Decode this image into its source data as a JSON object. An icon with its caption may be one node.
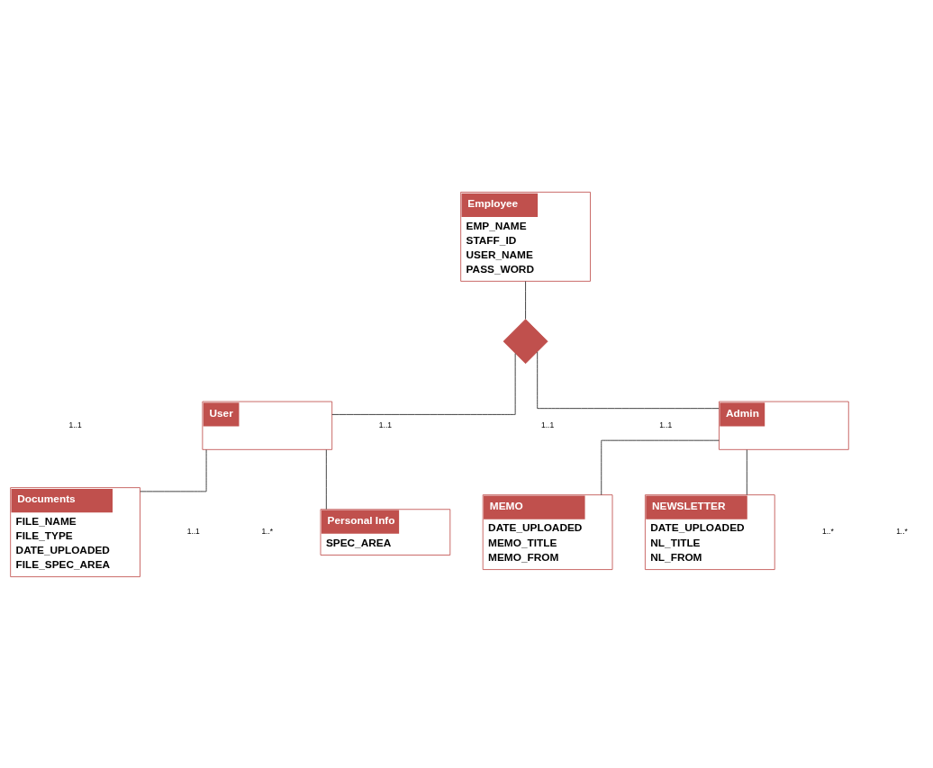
{
  "diagram": {
    "nodes": [
      {
        "text": [
          "Employee",
          "EMP_NAME",
          "STAFF_ID",
          "USER_NAME",
          "PASS_WORD"
        ]
      },
      {
        "text": [
          "MEMO",
          "DATE_UPLOADED",
          "MEMO_TITLE",
          "MEMO_FROM"
        ]
      },
      {
        "text": [],
        "shape": "diamond"
      },
      {
        "text": [
          "NEWSLETTER",
          "DATE_UPLOADED",
          "NL_TITLE",
          "NL_FROM"
        ]
      },
      {
        "text": [
          "User"
        ]
      },
      {
        "text": [
          "Admin"
        ]
      },
      {
        "text": [
          "Documents",
          "FILE_NAME",
          "FILE_TYPE",
          "DATE_UPLOADED",
          "FILE_SPEC_AREA"
        ]
      },
      {
        "text": [
          "Personal Info",
          "SPEC_AREA"
        ]
      }
    ],
    "edges": [
      {
        "from": 0,
        "to": 2,
        "arrow": "none"
      },
      {
        "from": 2,
        "to": 4,
        "arrow": "none"
      },
      {
        "from": 2,
        "to": 5,
        "arrow": "none"
      },
      {
        "from": 5,
        "to": 1,
        "arrow": "none"
      },
      {
        "from": 5,
        "to": 3,
        "arrow": "none"
      },
      {
        "from": 4,
        "to": 6,
        "arrow": "none"
      },
      {
        "from": 4,
        "to": 7,
        "arrow": "none"
      }
    ],
    "labels": [
      "1..1",
      "1..*",
      "1..1",
      "1..1",
      "1..*",
      "1..*",
      "1..1",
      "1..1"
    ]
  }
}
